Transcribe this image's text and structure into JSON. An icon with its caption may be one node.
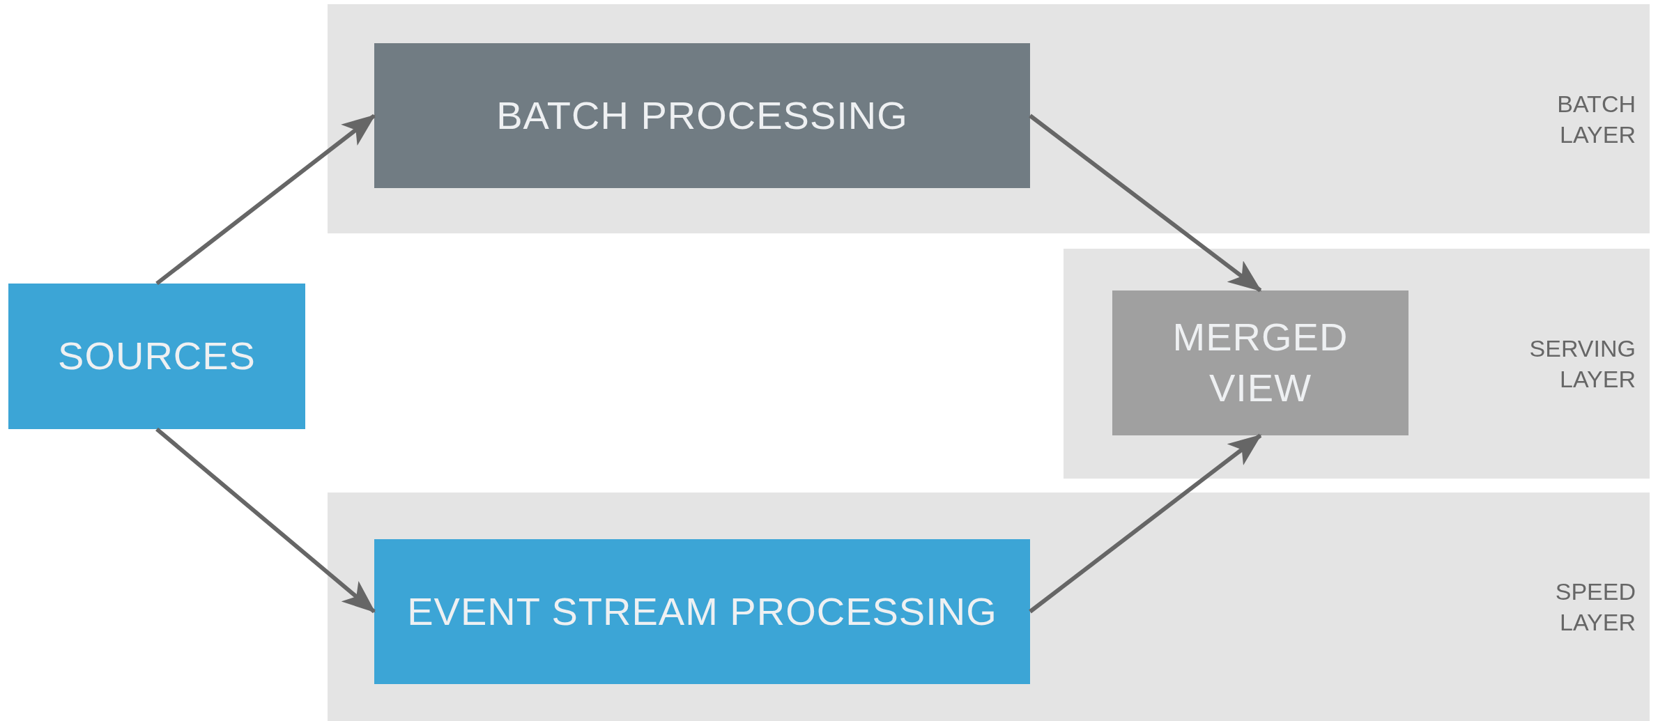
{
  "diagram": {
    "nodes": [
      {
        "text": [
          "BATCH LAYER"
        ]
      },
      {
        "text": [
          "BATCH PROCESSING"
        ],
        "in": 0
      },
      {
        "text": [
          "SOURCES"
        ]
      },
      {
        "text": [
          "SERVING LAYER"
        ]
      },
      {
        "text": [
          "MERGED VIEW"
        ],
        "in": 3
      },
      {
        "text": [
          "SPEED LAYER"
        ]
      },
      {
        "text": [
          "EVENT STREAM PROCESSING"
        ],
        "in": 5
      }
    ],
    "edges": [
      {
        "from": 2,
        "to": 1,
        "arrow": "to"
      },
      {
        "from": 1,
        "to": 4,
        "arrow": "to"
      },
      {
        "from": 2,
        "to": 6,
        "arrow": "to"
      },
      {
        "from": 6,
        "to": 4,
        "arrow": "to"
      }
    ]
  }
}
